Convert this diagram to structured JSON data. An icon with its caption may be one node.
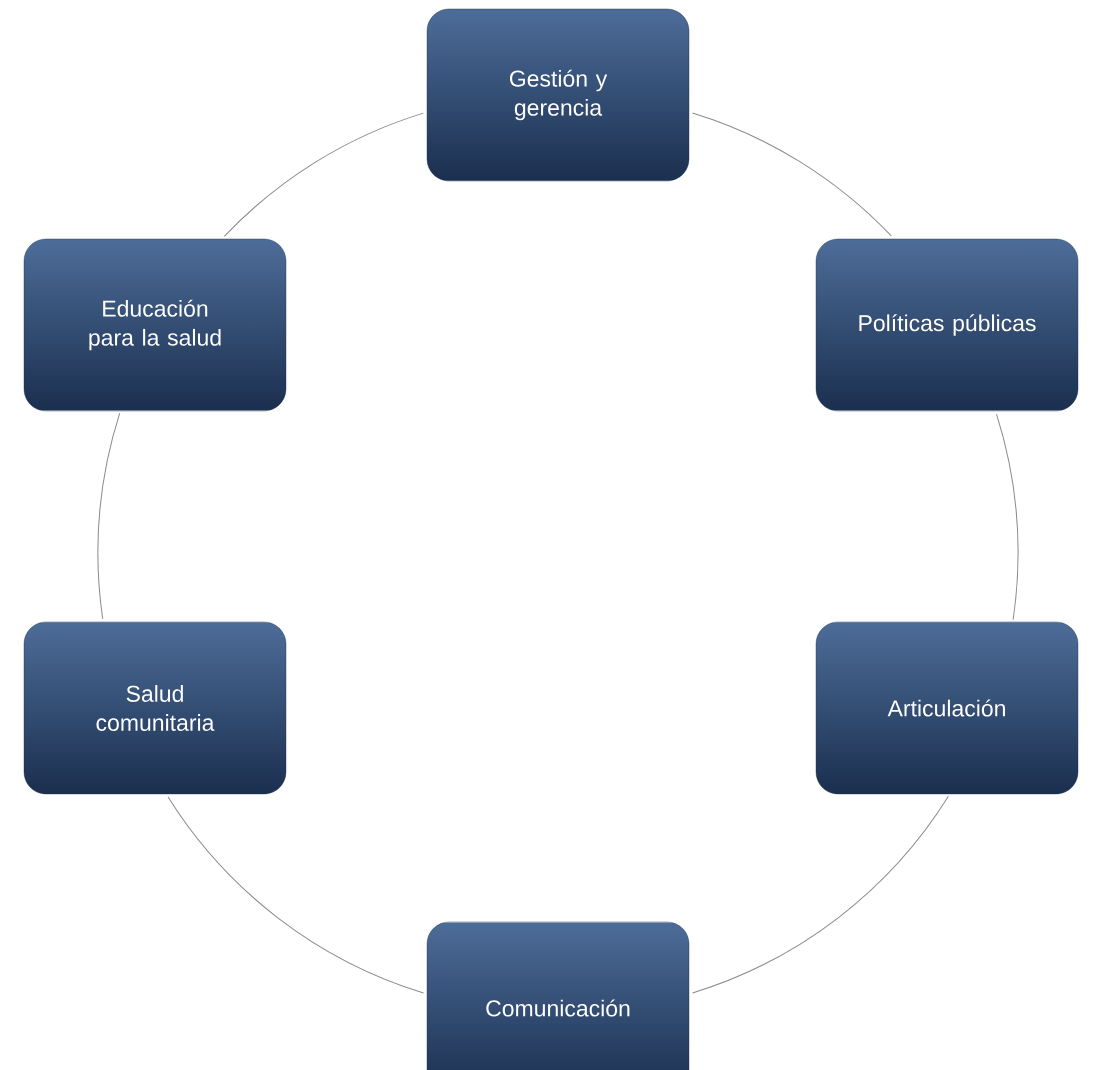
{
  "diagram": {
    "nodes": [
      {
        "text": [
          "Gestión y gerencia"
        ]
      },
      {
        "text": [
          "Políticas públicas"
        ]
      },
      {
        "text": [
          "Articulación"
        ]
      },
      {
        "text": [
          "Comunicación"
        ]
      },
      {
        "text": [
          "Salud comunitaria"
        ]
      },
      {
        "text": [
          "Educación para la salud"
        ]
      }
    ],
    "edges": [
      {
        "from": 0,
        "to": 1,
        "arrow": "none"
      },
      {
        "from": 1,
        "to": 2,
        "arrow": "none"
      },
      {
        "from": 2,
        "to": 3,
        "arrow": "none"
      },
      {
        "from": 3,
        "to": 4,
        "arrow": "none"
      },
      {
        "from": 4,
        "to": 5,
        "arrow": "none"
      },
      {
        "from": 5,
        "to": 0,
        "arrow": "none"
      }
    ]
  }
}
